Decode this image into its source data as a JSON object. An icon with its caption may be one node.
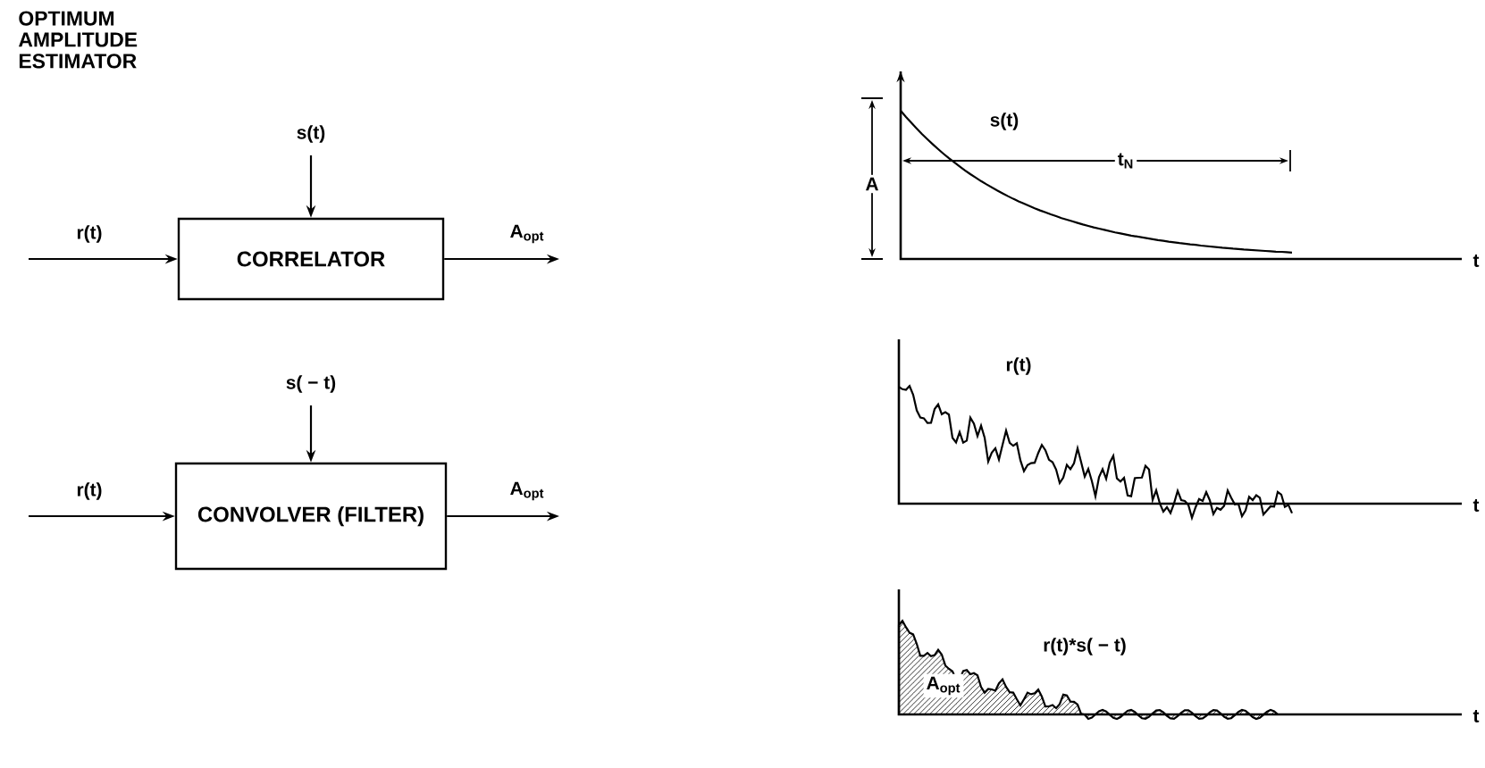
{
  "diagram": {
    "title": "OPTIMUM AMPLITUDE ESTIMATOR",
    "nodes": [
      {
        "text": [
          "CORRELATOR"
        ]
      },
      {
        "text": [
          "CONVOLVER (FILTER)"
        ]
      }
    ],
    "edges": [
      {
        "from": null,
        "to": 0,
        "arrow": "to",
        "label": "r(t)"
      },
      {
        "from": null,
        "to": 0,
        "arrow": "to",
        "label": "s(t)"
      },
      {
        "from": 0,
        "to": null,
        "arrow": "to",
        "label": "A$_{opt}$"
      },
      {
        "from": null,
        "to": 1,
        "arrow": "to",
        "label": "r(t)"
      },
      {
        "from": null,
        "to": 1,
        "arrow": "to",
        "label": "s( − t)"
      },
      {
        "from": 1,
        "to": null,
        "arrow": "to",
        "label": "A$_{opt}$"
      }
    ],
    "labels": [
      "s(t)",
      "A",
      "t$_{N}$",
      "t",
      "r(t)",
      "t",
      "r(t)*s( − t)",
      "A$_{opt}$",
      "t"
    ]
  }
}
